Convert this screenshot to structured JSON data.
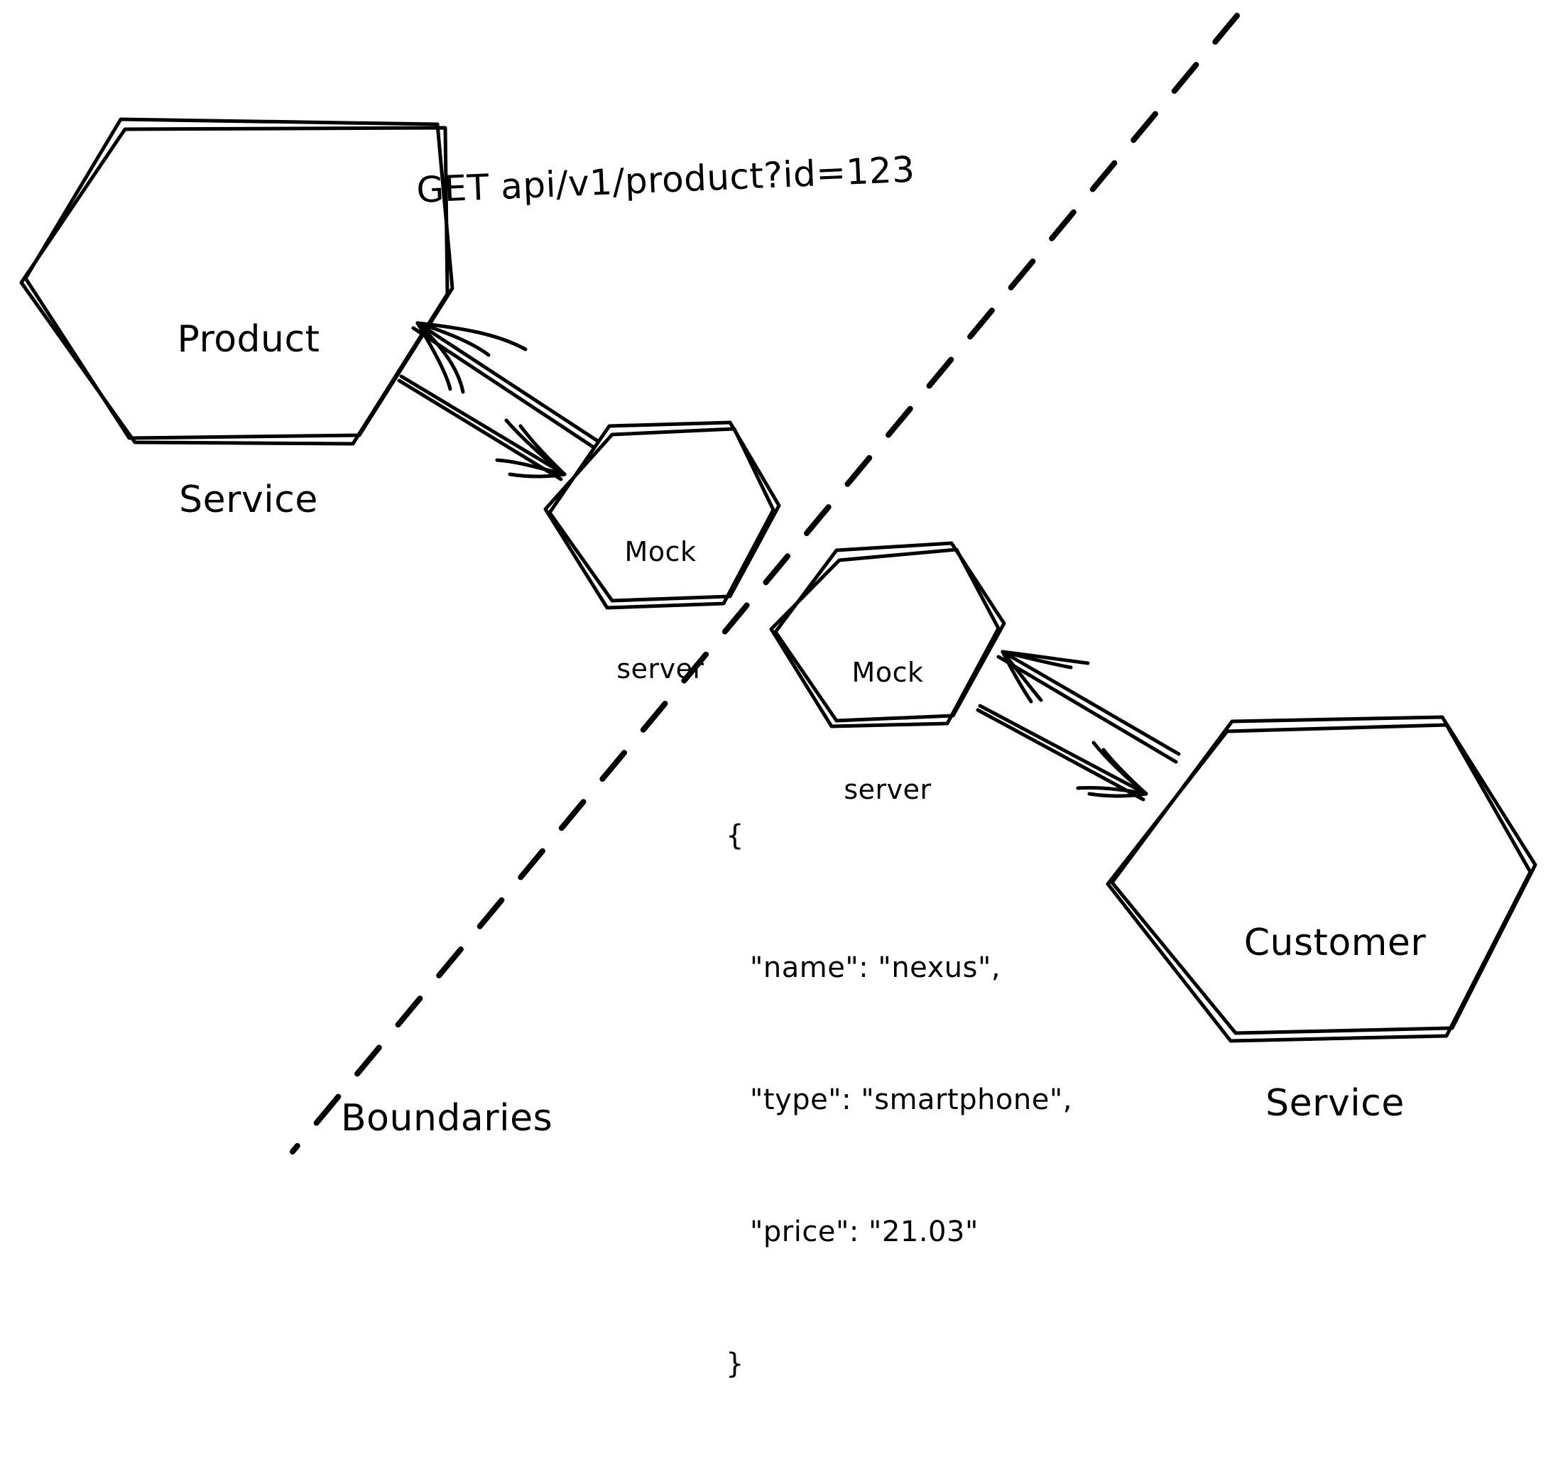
{
  "diagram": {
    "title": "Mock server boundaries diagram",
    "background_color": "#ffffff",
    "stroke_color": "#000000",
    "style": "hand-drawn sketch"
  },
  "nodes": [
    {
      "id": "product-service",
      "shape": "hexagon",
      "label_line1": "Product",
      "label_line2": "Service"
    },
    {
      "id": "mock-server-left",
      "shape": "hexagon",
      "label_line1": "Mock",
      "label_line2": "server"
    },
    {
      "id": "mock-server-right",
      "shape": "hexagon",
      "label_line1": "Mock",
      "label_line2": "server"
    },
    {
      "id": "customer-service",
      "shape": "hexagon",
      "label_line1": "Customer",
      "label_line2": "Service"
    }
  ],
  "annotations": {
    "request": "GET api/v1/product?id=123",
    "response_open_brace": "{",
    "response_field_name": "\"name\": \"nexus\",",
    "response_field_type": "\"type\": \"smartphone\",",
    "response_field_price": "\"price\": \"21.03\"",
    "response_close_brace": "}",
    "boundaries": "Boundaries"
  },
  "connectors": [
    {
      "id": "product-to-mock-left",
      "from": "product-service",
      "to": "mock-server-left",
      "direction": "bidirectional",
      "arrowheads": 2
    },
    {
      "id": "customer-to-mock-right",
      "from": "customer-service",
      "to": "mock-server-right",
      "direction": "bidirectional",
      "arrowheads": 2
    }
  ],
  "divider": {
    "id": "boundaries-divider",
    "style": "dashed",
    "orientation": "diagonal",
    "label": "Boundaries"
  }
}
